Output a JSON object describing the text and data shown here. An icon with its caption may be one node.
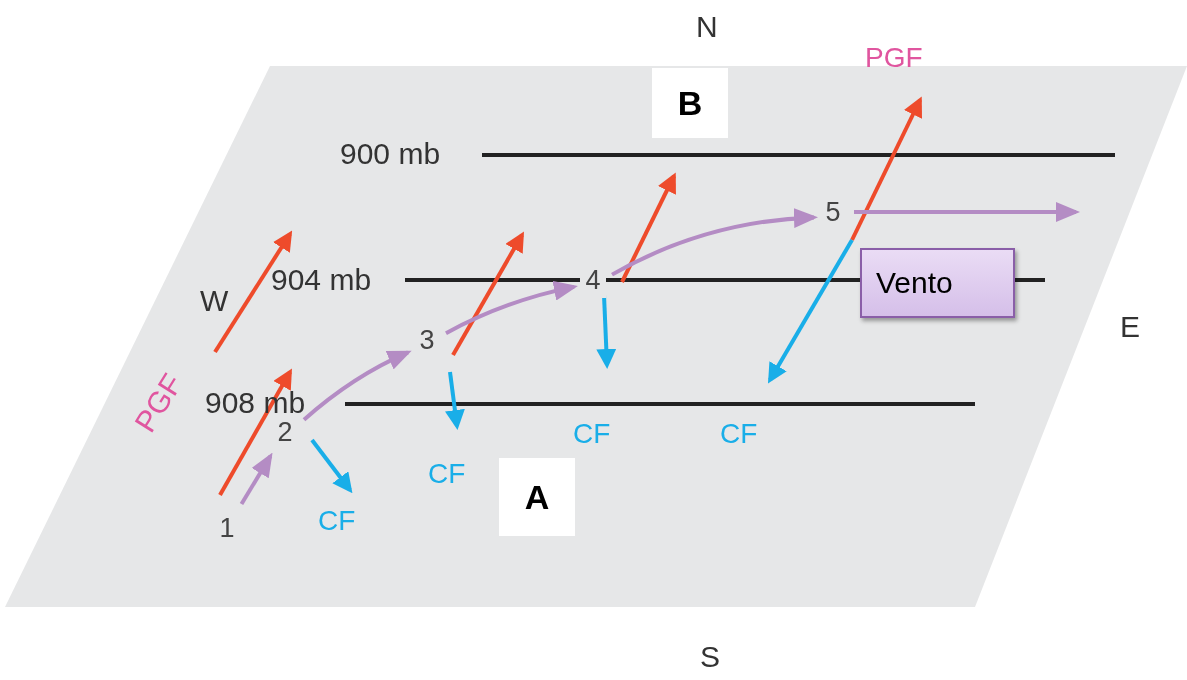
{
  "diagram": {
    "nodes": [
      {
        "text": [
          "B"
        ]
      },
      {
        "text": [
          "5"
        ]
      },
      {
        "text": [
          "Vento"
        ]
      },
      {
        "text": [
          "4"
        ]
      },
      {
        "text": [
          "3"
        ]
      },
      {
        "text": [
          "2"
        ]
      },
      {
        "text": [
          "A"
        ]
      },
      {
        "text": [
          "1"
        ]
      }
    ],
    "edges": [
      {
        "from": 7,
        "to": 5,
        "arrow": "to"
      },
      {
        "from": 5,
        "to": 4,
        "arrow": "to"
      },
      {
        "from": 4,
        "to": 3,
        "arrow": "to"
      },
      {
        "from": 3,
        "to": 1,
        "arrow": "to"
      },
      {
        "from": 1,
        "to": null,
        "arrow": "to"
      }
    ],
    "labels": [
      "N",
      "PGF",
      "900 mb",
      "W",
      "904 mb",
      "E",
      "PGF",
      "908 mb",
      "CF",
      "CF",
      "CF",
      "CF",
      "S"
    ]
  }
}
